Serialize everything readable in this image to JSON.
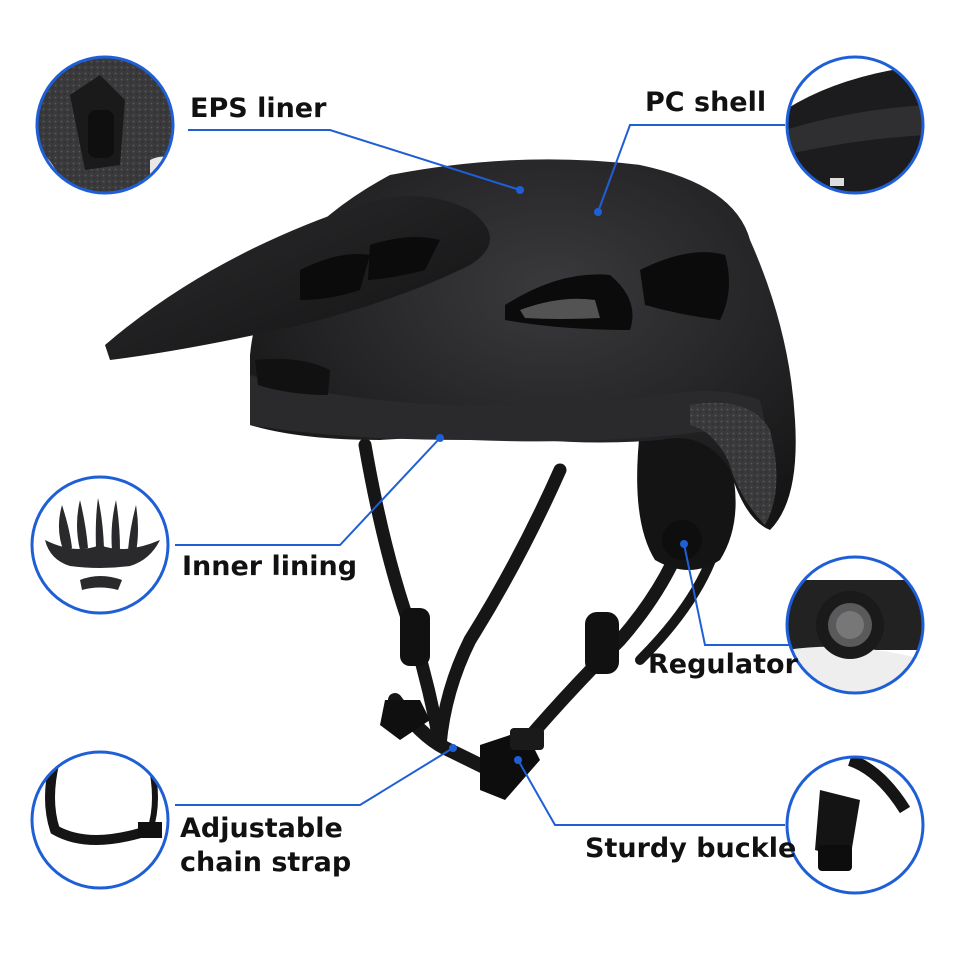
{
  "diagram": {
    "accent_color": "#1f5fd6",
    "helmet_color": "#1e1e20",
    "labels": {
      "eps_liner": "EPS liner",
      "pc_shell": "PC shell",
      "inner_lining": "Inner lining",
      "regulator": "Regulator",
      "adjustable_strap_line1": "Adjustable",
      "adjustable_strap_line2": "chain strap",
      "sturdy_buckle": "Sturdy buckle"
    },
    "callout_icons": [
      "eps-foam-closeup-icon",
      "pc-shell-closeup-icon",
      "inner-lining-pads-icon",
      "regulator-dial-icon",
      "chin-strap-closeup-icon",
      "buckle-closeup-icon"
    ]
  }
}
